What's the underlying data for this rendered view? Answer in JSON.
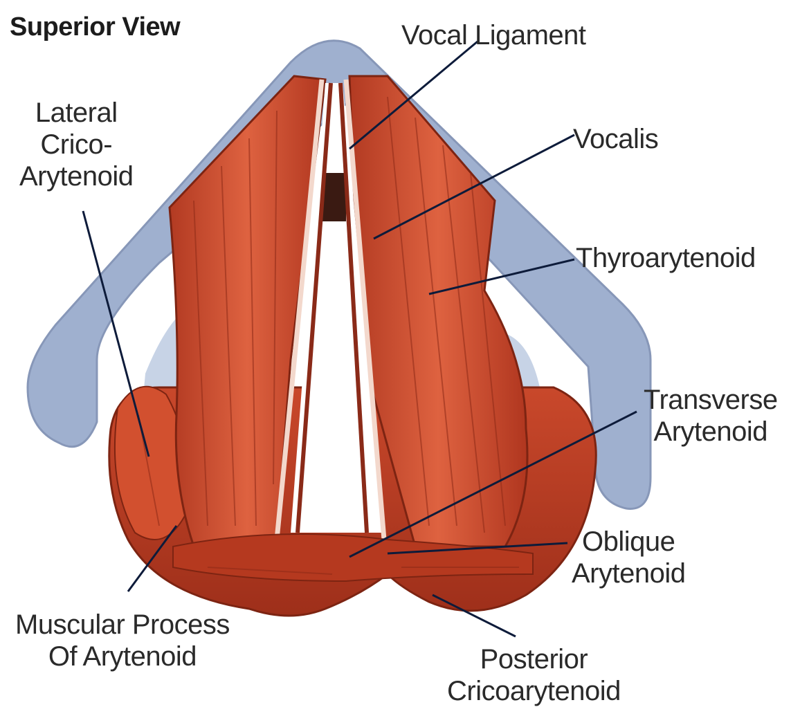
{
  "title": "Superior View",
  "labels": {
    "vocal_ligament": "Vocal Ligament",
    "lateral_crico_arytenoid": [
      "Lateral",
      "Crico-",
      "Arytenoid"
    ],
    "vocalis": "Vocalis",
    "thyroarytenoid": "Thyroarytenoid",
    "transverse_arytenoid": [
      "Transverse",
      "Arytenoid"
    ],
    "oblique_arytenoid": [
      "Oblique",
      "Arytenoid"
    ],
    "muscular_process": [
      "Muscular Process",
      "Of Arytenoid"
    ],
    "posterior_cricoarytenoid": [
      "Posterior",
      "Cricoarytenoid"
    ]
  },
  "colors": {
    "cartilage": "#9fb0cf",
    "cartilage_light": "#c7d3e6",
    "muscle": "#c8452a",
    "muscle_dark": "#8e2a17",
    "muscle_light": "#e06a45",
    "leader_line": "#0d1b3a"
  }
}
